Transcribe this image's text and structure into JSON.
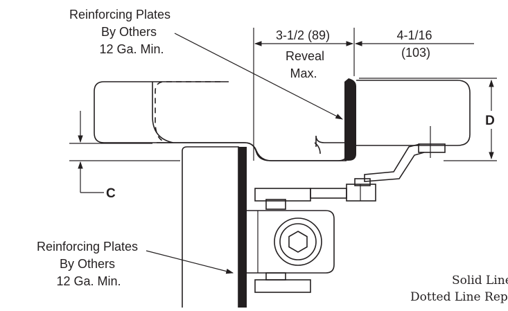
{
  "labels": {
    "top_plates": [
      "Reinforcing Plates",
      "By Others",
      "12 Ga. Min."
    ],
    "bottom_plates": [
      "Reinforcing Plates",
      "By Others",
      "12 Ga. Min."
    ],
    "reveal_dim": "3-1/2 (89)",
    "reveal_text": [
      "Reveal",
      "Max."
    ],
    "arm_dim": [
      "4-1/16",
      "(103)"
    ],
    "d_label": "D",
    "c_label": "C",
    "legend": [
      "Solid Line",
      "Dotted Line Repr"
    ]
  },
  "colors": {
    "ink": "#231f20",
    "background": "#ffffff"
  }
}
